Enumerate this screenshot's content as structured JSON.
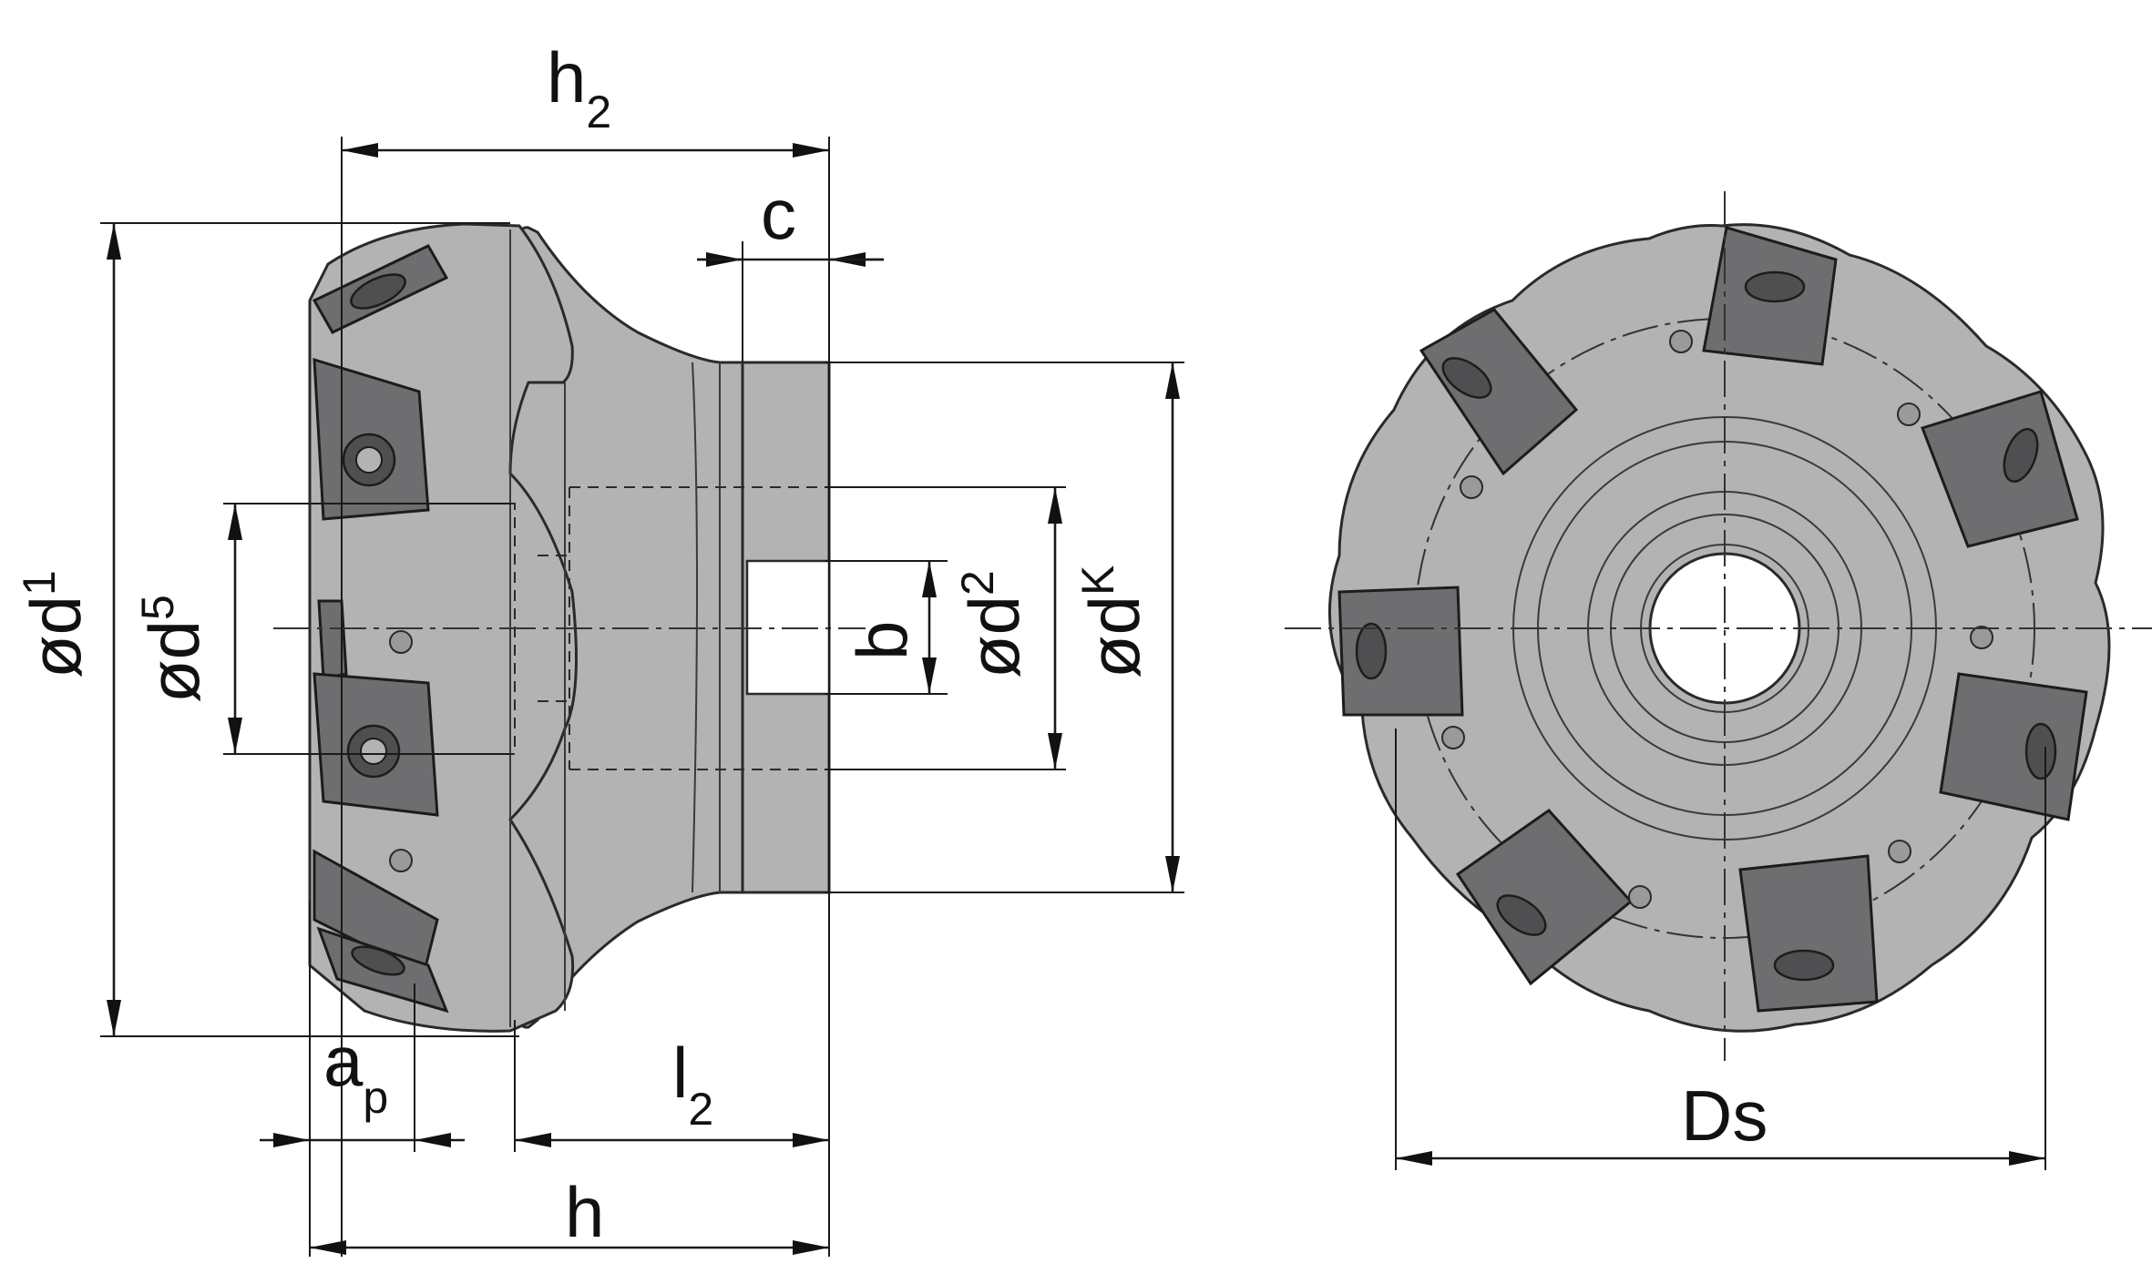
{
  "labels": {
    "h2_main": "h",
    "h2_sub": "2",
    "c": "c",
    "od1_main": "ød",
    "od1_sub": "1",
    "od5_main": "ød",
    "od5_sub": "5",
    "b": "b",
    "od2_main": "ød",
    "od2_sub": "2",
    "odk_main": "ød",
    "odk_sub": "K",
    "ap_main": "a",
    "ap_sub": "p",
    "l2_main": "l",
    "l2_sub": "2",
    "h": "h",
    "ds": "Ds"
  },
  "colors": {
    "body": "#b3b3b3",
    "insert": "#6e6e70",
    "line": "#1a1a1a"
  }
}
